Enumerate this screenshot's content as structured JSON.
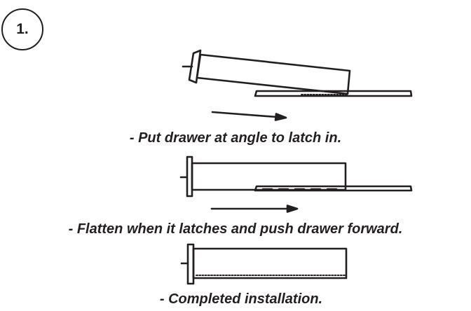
{
  "step": {
    "number": "1."
  },
  "steps": [
    {
      "caption": "- Put drawer at angle to latch in."
    },
    {
      "caption": "- Flatten when it latches and push drawer forward."
    },
    {
      "caption": "- Completed installation."
    }
  ],
  "colors": {
    "ink": "#231f20"
  }
}
